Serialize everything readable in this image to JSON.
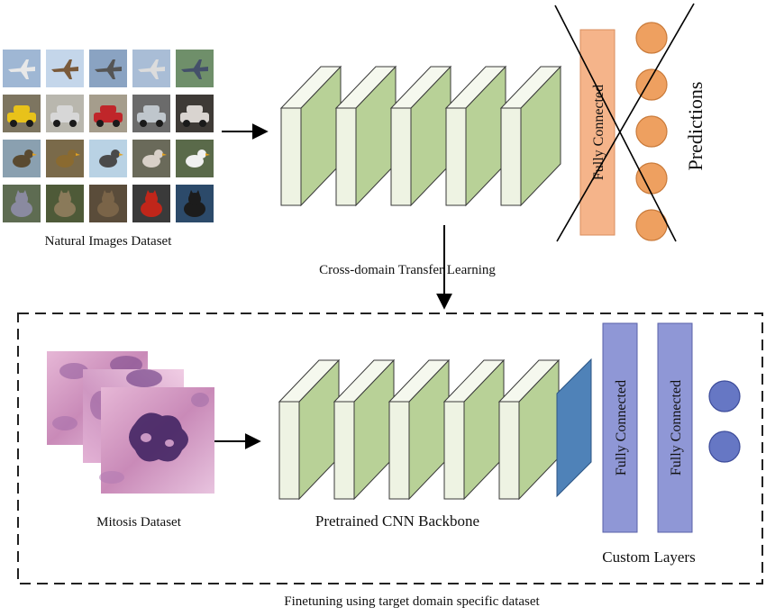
{
  "labels": {
    "natural_dataset": "Natural Images Dataset",
    "cross_domain": "Cross-domain Transfer Learning",
    "predictions": "Predictions",
    "fc_top": "Fully Connected",
    "mitosis_dataset": "Mitosis Dataset",
    "backbone": "Pretrained CNN Backbone",
    "fc_bottom_1": "Fully Connected",
    "fc_bottom_2": "Fully Connected",
    "custom_layers": "Custom Layers",
    "finetuning": "Finetuning using target domain specific dataset"
  },
  "colors": {
    "layer_face": "#eef3e3",
    "layer_side": "#b8d197",
    "layer_stroke": "#3a3a3a",
    "fc_orange": "#f5b48a",
    "node_orange": "#eea060",
    "fc_purple": "#8f97d6",
    "node_blue": "#6677c4",
    "final_layer_blue": "#4f82b8"
  },
  "natural_images": [
    "airplane",
    "airplane",
    "airplane",
    "airplane",
    "airplane",
    "automobile",
    "automobile",
    "automobile",
    "automobile",
    "automobile",
    "bird",
    "bird",
    "bird",
    "bird",
    "bird",
    "cat",
    "cat",
    "cat",
    "cat",
    "cat"
  ],
  "top_prediction_nodes": 5,
  "bottom_output_nodes": 2
}
